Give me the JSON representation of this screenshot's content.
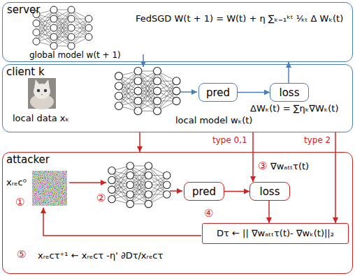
{
  "diagram": {
    "nodes": [
      {
        "text": [
          "server",
          "global model w(t + 1)",
          "FedSGD W(t + 1) = W(t) + η ∑ₖ₌₁ᵏᵗ ¹⁄ₖₜ Δ Wₖ(t)"
        ]
      },
      {
        "text": [
          "client k",
          "local data xₖ",
          "local model wₖ(t)",
          "ΔWₖ(t) = ∑ηₖ∇Wₖ(t)"
        ]
      },
      {
        "text": [
          "pred"
        ],
        "in": 1
      },
      {
        "text": [
          "loss"
        ],
        "in": 1
      },
      {
        "text": [
          "attacker",
          "xᵣₑc⁰",
          "∇wₐₜₜτ(t)",
          "xᵣₑcτ⁺¹ ← xᵣₑcτ -η' ∂Dτ/xᵣₑcτ"
        ]
      },
      {
        "text": [
          "pred"
        ],
        "in": 4
      },
      {
        "text": [
          "loss"
        ],
        "in": 4
      },
      {
        "text": [
          "Dτ ← || ∇wₐₜₜτ(t)- ∇wₖ(t)||₂"
        ],
        "in": 4
      }
    ],
    "edges": [
      {
        "from": 2,
        "to": 3,
        "arrow": "to"
      },
      {
        "from": 3,
        "to": 0,
        "arrow": "to"
      },
      {
        "from": 1,
        "to": 4,
        "arrow": "to"
      },
      {
        "from": 1,
        "to": 6,
        "label": "type 0,1",
        "arrow": "to"
      },
      {
        "from": 1,
        "to": 7,
        "label": "type 2",
        "arrow": "to"
      },
      {
        "from": 5,
        "to": 6,
        "arrow": "to"
      },
      {
        "from": 6,
        "to": 7,
        "arrow": "to"
      }
    ],
    "labels": [
      "①",
      "②",
      "③",
      "④",
      "⑤"
    ]
  }
}
